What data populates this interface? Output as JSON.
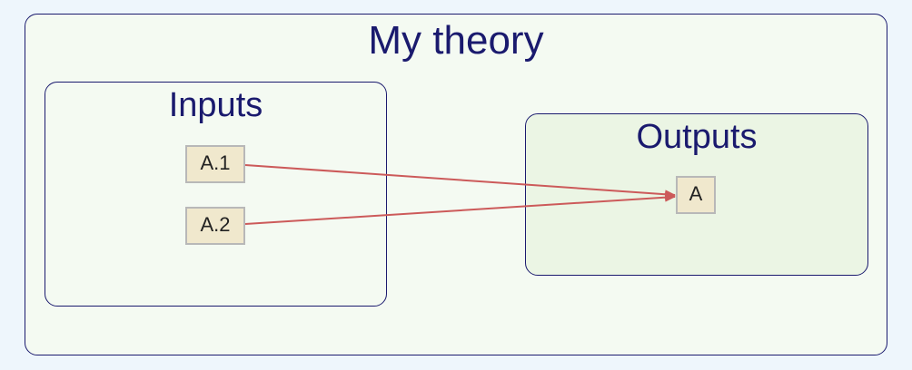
{
  "diagram": {
    "title": "My theory",
    "groups": {
      "inputs": {
        "title": "Inputs",
        "nodes": [
          "A.1",
          "A.2"
        ]
      },
      "outputs": {
        "title": "Outputs",
        "nodes": [
          "A"
        ]
      }
    },
    "edges": [
      {
        "from": "A.1",
        "to": "A"
      },
      {
        "from": "A.2",
        "to": "A"
      }
    ],
    "colors": {
      "background": "#eef6fc",
      "panel_fill": "#f4faf2",
      "outputs_fill": "#ebf5e4",
      "panel_border": "#1a1a6e",
      "node_fill": "#f0e8cd",
      "node_border": "#b8b8b8",
      "edge": "#cc5a5a"
    }
  }
}
